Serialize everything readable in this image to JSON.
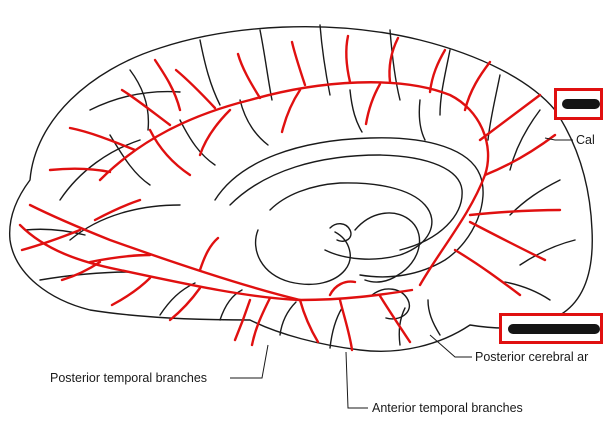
{
  "labels": {
    "posterior_temporal": "Posterior temporal branches",
    "anterior_temporal": "Anterior temporal branches",
    "posterior_cerebral": "Posterior cerebral ar",
    "calcarine_partial": "Cal"
  },
  "colors": {
    "artery": "#e01010",
    "outline": "#1a1a1a",
    "redaction_box": "#e01010",
    "redaction_fill": "#151515"
  },
  "icons": [
    "redaction-box",
    "redaction-box"
  ]
}
